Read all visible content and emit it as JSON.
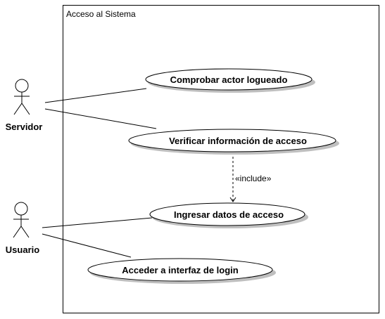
{
  "system_boundary": {
    "title": "Acceso al Sistema"
  },
  "actors": {
    "servidor": {
      "label": "Servidor"
    },
    "usuario": {
      "label": "Usuario"
    }
  },
  "use_cases": {
    "comprobar_actor": {
      "label": "Comprobar actor logueado"
    },
    "verificar_info": {
      "label": "Verificar información de acceso"
    },
    "ingresar_datos": {
      "label": "Ingresar datos de acceso"
    },
    "acceder_login": {
      "label": "Acceder a interfaz de login"
    }
  },
  "relationships": {
    "include_label": "«include»"
  },
  "colors": {
    "stroke": "#000000",
    "background": "#ffffff",
    "shadow": "#bfbfbf"
  }
}
